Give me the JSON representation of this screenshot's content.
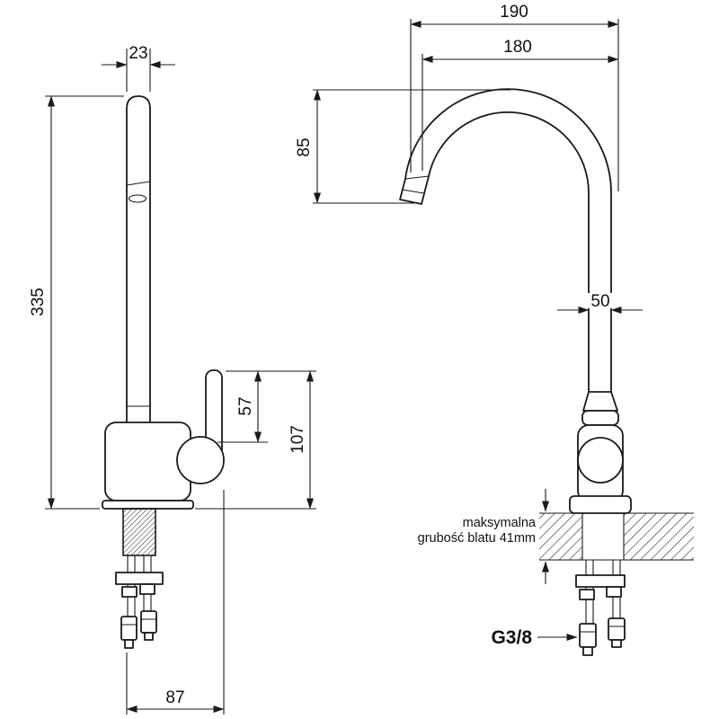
{
  "page": {
    "background": "#ffffff",
    "line_color": "#1a1a1a"
  },
  "side_view": {
    "dims": {
      "pipe_width": "23",
      "total_height": "335",
      "handle_height": "57",
      "handle_to_base": "107",
      "base_depth": "87"
    }
  },
  "front_view": {
    "dims": {
      "reach_outer": "190",
      "reach_inner": "180",
      "spout_height": "85",
      "body_width": "50"
    },
    "counter_note": {
      "line1": "maksymalna",
      "line2": "grubość blatu 41mm"
    },
    "thread_label": "G3/8"
  }
}
